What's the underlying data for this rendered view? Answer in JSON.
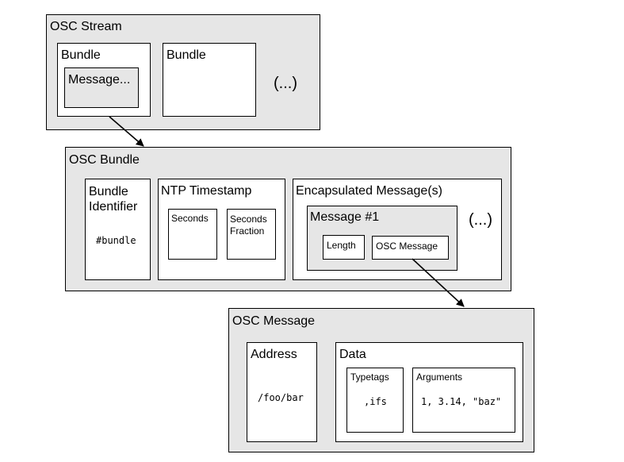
{
  "stream": {
    "title": "OSC Stream",
    "bundle1": "Bundle",
    "message": "Message...",
    "bundle2": "Bundle",
    "more": "(...)"
  },
  "bundle": {
    "title": "OSC Bundle",
    "identifier": "Bundle Identifier",
    "identifier_value": "#bundle",
    "ntp": "NTP Timestamp",
    "seconds": "Seconds",
    "seconds_fraction": "Seconds Fraction",
    "encapsulated": "Encapsulated Message(s)",
    "message1": "Message #1",
    "length": "Length",
    "osc_message": "OSC Message",
    "more": "(...)"
  },
  "message": {
    "title": "OSC Message",
    "address": "Address",
    "address_value": "/foo/bar",
    "data": "Data",
    "typetags": "Typetags",
    "typetags_value": ",ifs",
    "arguments": "Arguments",
    "arguments_value": "1, 3.14, \"baz\""
  }
}
